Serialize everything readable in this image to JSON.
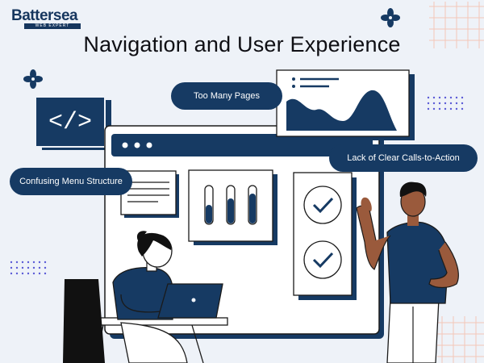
{
  "brand": {
    "name": "Battersea",
    "subtitle": "WEB EXPERT"
  },
  "page": {
    "title": "Navigation and User Experience"
  },
  "callouts": {
    "too_many_pages": "Too Many Pages",
    "clear_cta": "Lack of Clear Calls-to-Action",
    "confusing_menu": "Confusing Menu Structure"
  },
  "code_icon": {
    "glyph": "</>"
  },
  "colors": {
    "navy": "#163a63",
    "background": "#eef2f8",
    "skin": "#9a5a3c",
    "accent_dots": "#5b5bd6"
  },
  "icons": [
    "pinwheel-icon",
    "code-icon",
    "checkmark-icon",
    "laptop-icon"
  ]
}
